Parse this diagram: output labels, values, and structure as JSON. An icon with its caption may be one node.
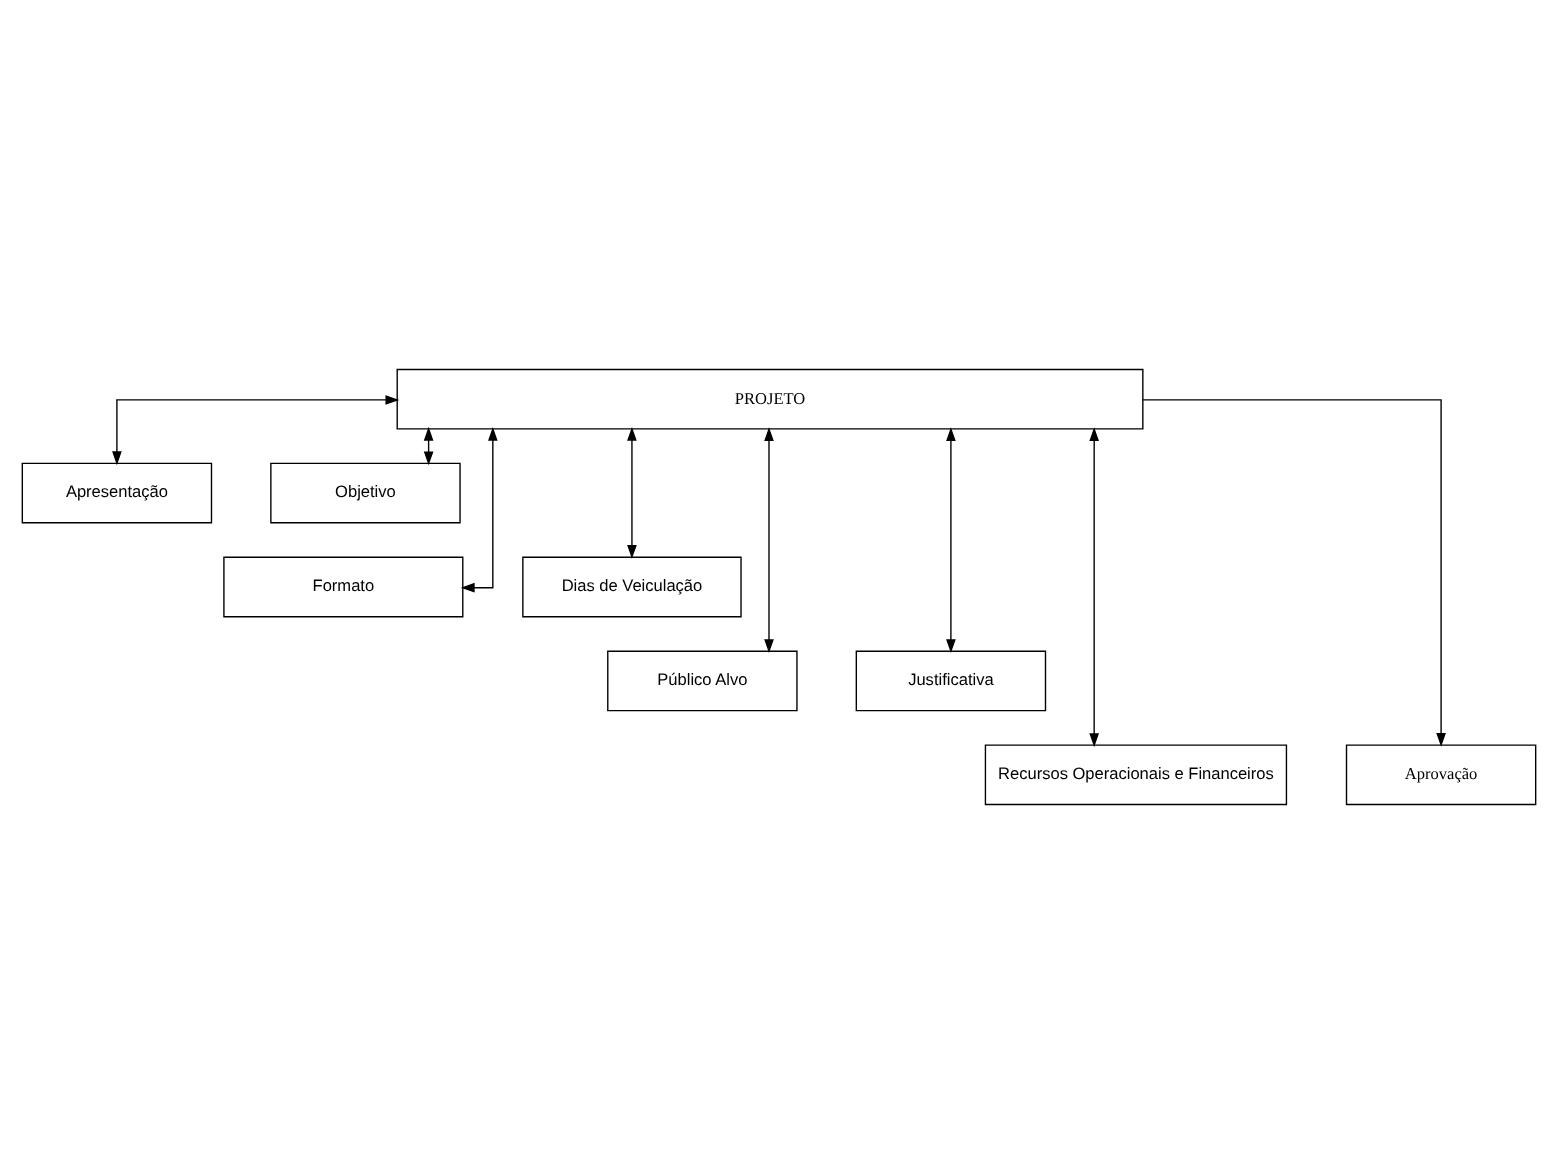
{
  "diagram": {
    "nodes": [
      {
        "text": [
          "PROJETO"
        ]
      },
      {
        "text": [
          "Apresentação"
        ]
      },
      {
        "text": [
          "Objetivo"
        ]
      },
      {
        "text": [
          "Formato"
        ]
      },
      {
        "text": [
          "Dias de Veiculação"
        ]
      },
      {
        "text": [
          "Público Alvo"
        ]
      },
      {
        "text": [
          "Justificativa"
        ]
      },
      {
        "text": [
          "Recursos Operacionais e Financeiros"
        ]
      },
      {
        "text": [
          "Aprovação"
        ]
      }
    ],
    "edges": [
      {
        "from": 0,
        "to": 1,
        "arrow": "both"
      },
      {
        "from": 0,
        "to": 3,
        "arrow": "both"
      },
      {
        "from": 0,
        "to": 5,
        "arrow": "both"
      },
      {
        "from": 0,
        "to": 7,
        "arrow": "both"
      },
      {
        "from": 0,
        "to": 8,
        "arrow": "to"
      },
      {
        "from": 0,
        "to": 6,
        "arrow": "both"
      },
      {
        "from": 0,
        "to": 4,
        "arrow": "both"
      },
      {
        "from": 0,
        "to": 2,
        "arrow": "both"
      }
    ]
  }
}
